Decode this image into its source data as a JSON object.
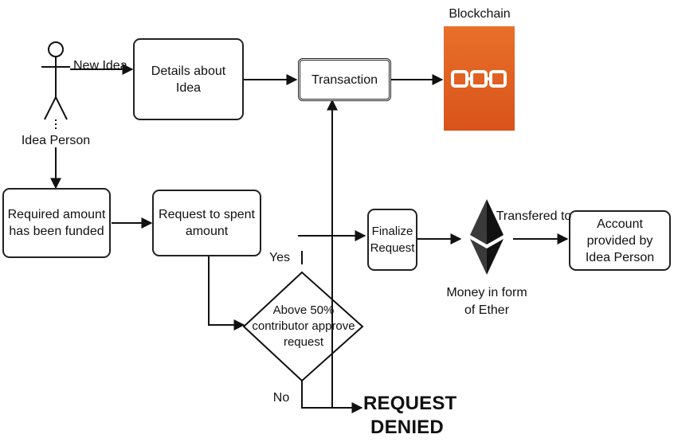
{
  "actors": {
    "idea_person": "Idea Person"
  },
  "edges": {
    "new_idea": "New Idea",
    "yes": "Yes",
    "no": "No",
    "transfered_to": "Transfered to"
  },
  "boxes": {
    "details": "Details about Idea",
    "transaction": "Transaction",
    "required_amount": "Required amount has been funded",
    "request_spent": "Request to spent amount",
    "finalize": "Finalize Request",
    "account": "Account provided by Idea Person"
  },
  "decision": "Above 50% contributor approve request",
  "blockchain": {
    "label": "Blockchain",
    "icon": "chain-link-icon",
    "color": "#e0601f"
  },
  "ether": {
    "icon": "ethereum-icon",
    "label": "Money in form of Ether"
  },
  "outcome": {
    "denied": "REQUEST DENIED"
  }
}
